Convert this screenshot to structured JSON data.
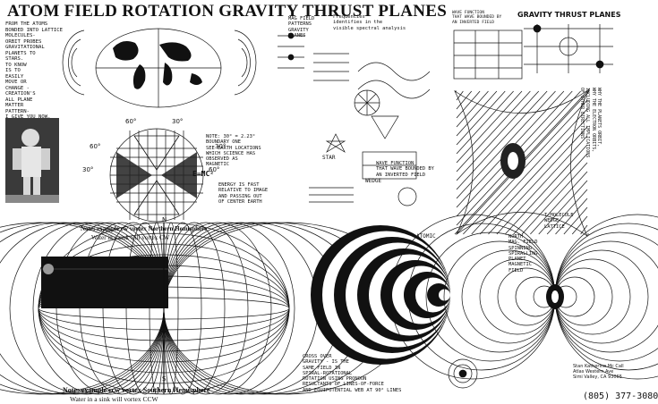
{
  "title": "ATOM FIELD ROTATION GRAVITY THRUST PLANES",
  "title_right": "GRAVITY THRUST PLANES",
  "left_column_text": "FROM THE ATOMS\nBONDED INTO LATTICE\nMOLECULES-\nORBIT PROBES\nGRAVITATIONAL\nPLANETS TO\nSTARS.\nTO KNOW\nIS TO\nEASILY\nMOVE OR\nCHANGE -\nCREATION'S\nALL PLANE\nMATTER\nPATTERN-\nI GIVE YOU NOW.",
  "notes": {
    "mag_field": "MAG FIELD\nPATTERNS\nGRAVITY\nPLANES",
    "frequencies": "Frequencies\nidentifies in the\nvisible spectral analysis",
    "energy_note": "ENERGY IS FAST\nRELATIVE TO IMAGE\nAND PASSING OUT\nOF CENTER EARTH",
    "note_30": "NOTE: 30° = 2.23°\nBOUNDARY ONE\nSEE EARTH LOCATIONS\nWHICH SCIENCE HAS\nOBSERVED AS\nMAGNETIC",
    "wave_function": "WAVE FUNCTION\nTHAT WAVE BOUNDED BY\nAN INVERTED FIELD",
    "cross_over": "CROSS OVER\nGRAVITY - IS THE\nSAME FIELD IN\nSPIRAL-ROTATIONAL\nROTATION USING PRONOUN\nRESULTANTS OF LINES-OF-FORCE\nAND EQUIPOTENTIAL WEB AT 90° LINES",
    "molecule": "T-MOLECULE\nWEDGE\nLATTICE",
    "north_mag": "NORTH\nMAG. FIELD\nSPINNING\nSPIRALLING\nPLANET\nMAGNETIC\nFIELD",
    "right_margin": "WHY THE PLANETS ORBIT,\nWHY THE ELECTRON ORBITS,\nINCLUDING ALL IMPLICATIONS\nOF OTHER DIRECTIONS"
  },
  "hemisphere_top_note": "Note: example cw vortex Northern Hemisphere",
  "hemisphere_top_note2": "Water in a sink will vortex CW",
  "bottom_note": "Note: example ccw vortex Southern Hemisphere",
  "bottom_note2": "Water in a sink will vortex CCW",
  "degrees": [
    "60°",
    "30°",
    "30°",
    "60°",
    "60°",
    "30°"
  ],
  "labels": {
    "emc": "E=MC²",
    "star": "STAR",
    "wedge": "WEDGE",
    "atomic": "ATOMIC",
    "n": "N",
    "s": "S"
  },
  "address": "Stan Katherine Mc Call\nAtlas Western Ave\nSimi Valley, CA 93065",
  "phone": "(805) 377-3080"
}
